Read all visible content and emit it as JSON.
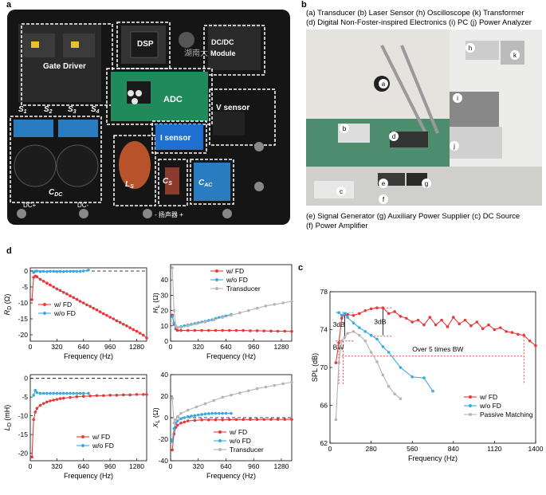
{
  "panels": {
    "a": "a",
    "b": "b",
    "c": "c",
    "d": "d"
  },
  "photo_a": {
    "labels": {
      "gate_driver": "Gate Driver",
      "dsp": "DSP",
      "dcdc_line1": "DC/DC",
      "dcdc_line2": "Module",
      "adc": "ADC",
      "v_sensor": "V sensor",
      "i_sensor": "I sensor",
      "cdc": "C",
      "cdc_sub": "DC",
      "ls": "L",
      "ls_sub": "S",
      "cs": "C",
      "cs_sub": "S",
      "cac": "C",
      "cac_sub": "AC",
      "s1": "S",
      "s1_sub": "1",
      "s2": "S",
      "s2_sub": "2",
      "s3": "S",
      "s3_sub": "3",
      "s4": "S",
      "s4_sub": "4",
      "speaker": "- 扬声器 +",
      "dc_plus": "DC+",
      "dc_minus": "DC-"
    }
  },
  "photo_b": {
    "caption_top_1": "(a) Transducer (b) Laser Sensor (h) Oscilloscope (k) Transformer",
    "caption_top_2": "(d) Digital Non-Foster-inspired Electronics (i) PC (j) Power Analyzer",
    "caption_bottom_1": "(e) Signal Generator (g) Auxiliary Power Supplier (c) DC Source",
    "caption_bottom_2": "(f) Power Amplifier",
    "markers": [
      "a",
      "b",
      "c",
      "d",
      "e",
      "f",
      "g",
      "h",
      "i",
      "j",
      "k"
    ]
  },
  "colors": {
    "red": "#e8393a",
    "blue": "#3aa9e3",
    "gray": "#b5b5b5",
    "black_dashed": "#000000"
  },
  "chart_data": [
    {
      "id": "RD",
      "type": "line",
      "xlabel": "Frequency (Hz)",
      "ylabel": "R_D (Ω)",
      "xlim": [
        0,
        1400
      ],
      "ylim": [
        -22,
        1
      ],
      "xticks": [
        0,
        320,
        640,
        960,
        1280
      ],
      "yticks": [
        0,
        -5,
        -10,
        -15,
        -20
      ],
      "reference_line": 0,
      "series": [
        {
          "name": "w/ FD",
          "color": "red",
          "x": [
            20,
            40,
            60,
            80,
            120,
            160,
            200,
            240,
            280,
            320,
            360,
            400,
            440,
            480,
            520,
            560,
            600,
            640,
            680,
            720,
            760,
            800,
            840,
            880,
            920,
            960,
            1000,
            1040,
            1080,
            1120,
            1160,
            1200,
            1240,
            1280,
            1320,
            1360,
            1400
          ],
          "y": [
            -9,
            -2,
            -1.6,
            -1.8,
            -2.6,
            -3.2,
            -3.8,
            -4.4,
            -5,
            -5.6,
            -6.1,
            -6.7,
            -7.2,
            -7.8,
            -8.3,
            -8.9,
            -9.5,
            -10,
            -10.6,
            -11.1,
            -11.7,
            -12.2,
            -12.8,
            -13.4,
            -13.9,
            -14.5,
            -15,
            -15.6,
            -16.1,
            -16.7,
            -17.2,
            -17.8,
            -18.4,
            -18.9,
            -19.5,
            -20.1,
            -21
          ]
        },
        {
          "name": "w/o FD",
          "color": "blue",
          "x": [
            40,
            60,
            80,
            120,
            160,
            200,
            240,
            280,
            320,
            360,
            400,
            440,
            480,
            520,
            560,
            600,
            640,
            700
          ],
          "y": [
            -0.5,
            -0.1,
            0,
            -0.2,
            -0.1,
            -0.2,
            -0.1,
            -0.1,
            -0.2,
            -0.1,
            -0.2,
            -0.1,
            -0.1,
            -0.1,
            -0.1,
            -0.1,
            0,
            0.3
          ]
        }
      ]
    },
    {
      "id": "RL",
      "type": "line",
      "xlabel": "Frequency (Hz)",
      "ylabel": "R_L (Ω)",
      "xlim": [
        0,
        1400
      ],
      "ylim": [
        0,
        50
      ],
      "xticks": [
        0,
        320,
        640,
        960,
        1280
      ],
      "yticks": [
        0,
        10,
        20,
        30,
        40
      ],
      "series": [
        {
          "name": "w/ FD",
          "color": "red",
          "x": [
            20,
            40,
            60,
            80,
            120,
            200,
            280,
            360,
            440,
            520,
            600,
            680,
            760,
            840,
            920,
            1000,
            1080,
            1160,
            1240,
            1320,
            1400
          ],
          "y": [
            17,
            11,
            8,
            7,
            7,
            7,
            7,
            7,
            7,
            7,
            7,
            7,
            7,
            7,
            6.8,
            6.8,
            6.7,
            6.6,
            6.5,
            6.5,
            6.4
          ]
        },
        {
          "name": "w/o FD",
          "color": "blue",
          "x": [
            20,
            40,
            60,
            80,
            120,
            160,
            200,
            240,
            280,
            320,
            360,
            400,
            440,
            480,
            520,
            560,
            600,
            640,
            700
          ],
          "y": [
            16,
            12,
            9,
            9,
            9.5,
            10,
            10.5,
            11,
            11.5,
            12,
            12.5,
            13,
            13.5,
            14,
            14.8,
            15.5,
            16,
            16.5,
            17.5
          ]
        },
        {
          "name": "Transducer",
          "color": "gray",
          "x": [
            20,
            40,
            60,
            80,
            120,
            200,
            300,
            400,
            500,
            600,
            700,
            800,
            900,
            1000,
            1100,
            1200,
            1300,
            1400
          ],
          "y": [
            48,
            20,
            10,
            9,
            9,
            10,
            11.5,
            12.5,
            14,
            15.5,
            17,
            18.5,
            20,
            21.5,
            23,
            24,
            25,
            26
          ]
        }
      ],
      "legend": [
        "w/ FD",
        "w/o FD",
        "Transducer"
      ]
    },
    {
      "id": "LD",
      "type": "line",
      "xlabel": "Frequency (Hz)",
      "ylabel": "L_D (mH)",
      "xlim": [
        0,
        1400
      ],
      "ylim": [
        -22,
        1
      ],
      "xticks": [
        0,
        320,
        640,
        960,
        1280
      ],
      "yticks": [
        0,
        -5,
        -10,
        -15,
        -20
      ],
      "reference_line": 0,
      "series": [
        {
          "name": "w/ FD",
          "color": "red",
          "x": [
            20,
            40,
            60,
            80,
            120,
            160,
            200,
            240,
            280,
            320,
            360,
            400,
            480,
            560,
            640,
            720,
            800,
            880,
            960,
            1040,
            1120,
            1200,
            1280,
            1360,
            1400
          ],
          "y": [
            -21,
            -11,
            -9,
            -8,
            -7.2,
            -6.7,
            -6.3,
            -6,
            -5.8,
            -5.6,
            -5.4,
            -5.3,
            -5.1,
            -4.9,
            -4.8,
            -4.7,
            -4.6,
            -4.6,
            -4.5,
            -4.5,
            -4.4,
            -4.4,
            -4.3,
            -4.3,
            -4.3
          ]
        },
        {
          "name": "w/o FD",
          "color": "blue",
          "x": [
            40,
            60,
            80,
            120,
            160,
            200,
            240,
            280,
            320,
            360,
            400,
            440,
            480,
            520,
            560,
            600,
            640,
            700
          ],
          "y": [
            -4.5,
            -3.2,
            -3.8,
            -4,
            -4,
            -4,
            -4,
            -4,
            -4,
            -4,
            -4,
            -4,
            -4,
            -4,
            -4,
            -4,
            -4,
            -4
          ]
        }
      ]
    },
    {
      "id": "XL",
      "type": "line",
      "xlabel": "Frequency (Hz)",
      "ylabel": "X_L (Ω)",
      "xlim": [
        0,
        1400
      ],
      "ylim": [
        -40,
        40
      ],
      "xticks": [
        0,
        320,
        640,
        960,
        1280
      ],
      "yticks": [
        -40,
        -20,
        0,
        20,
        40
      ],
      "reference_line": 0,
      "series": [
        {
          "name": "w/ FD",
          "color": "red",
          "x": [
            20,
            40,
            60,
            80,
            120,
            160,
            200,
            280,
            360,
            440,
            520,
            600,
            680,
            760,
            840,
            920,
            1000,
            1080,
            1160,
            1240,
            1320,
            1400
          ],
          "y": [
            -30,
            -15,
            -9,
            -7,
            -5,
            -4,
            -3,
            -2.5,
            -2,
            -2,
            -2,
            -2,
            -1.8,
            -1.8,
            -1.8,
            -1.7,
            -1.7,
            -1.7,
            -1.6,
            -1.6,
            -1.6,
            -1.6
          ]
        },
        {
          "name": "w/o FD",
          "color": "blue",
          "x": [
            20,
            40,
            60,
            80,
            120,
            160,
            200,
            240,
            280,
            320,
            360,
            400,
            440,
            480,
            520,
            560,
            600,
            640,
            700
          ],
          "y": [
            -22,
            -10,
            -5,
            -3,
            -1,
            0,
            1,
            1.5,
            2,
            2.5,
            3,
            3.5,
            3.8,
            4,
            4,
            4,
            4,
            4,
            4
          ]
        },
        {
          "name": "Transducer",
          "color": "gray",
          "x": [
            20,
            40,
            60,
            80,
            120,
            200,
            300,
            400,
            500,
            600,
            700,
            800,
            900,
            1000,
            1100,
            1200,
            1300,
            1400
          ],
          "y": [
            18,
            -5,
            -2,
            1,
            4,
            7,
            10,
            13,
            16,
            19,
            21,
            23,
            25,
            27,
            28.5,
            30,
            31.5,
            33
          ]
        }
      ],
      "legend": [
        "w/ FD",
        "w/o FD",
        "Transducer"
      ]
    },
    {
      "id": "SPL",
      "type": "line",
      "xlabel": "Frequency (Hz)",
      "ylabel": "SPL (dB)",
      "xlim": [
        0,
        1400
      ],
      "ylim": [
        62,
        78
      ],
      "xticks": [
        0,
        280,
        560,
        840,
        1120,
        1400
      ],
      "yticks": [
        62,
        66,
        70,
        74,
        78
      ],
      "annotations": {
        "db3_left": "3dB",
        "db3_right": "3dB",
        "bw": "BW",
        "over": "Over 5 times BW"
      },
      "series": [
        {
          "name": "w/ FD",
          "color": "red",
          "x": [
            40,
            60,
            80,
            100,
            120,
            160,
            200,
            240,
            280,
            320,
            360,
            400,
            440,
            480,
            520,
            560,
            600,
            640,
            680,
            720,
            760,
            800,
            840,
            880,
            920,
            960,
            1000,
            1040,
            1080,
            1120,
            1160,
            1200,
            1240,
            1280,
            1320,
            1360,
            1400
          ],
          "y": [
            70.5,
            72.6,
            75.2,
            75.6,
            75.6,
            75.5,
            75.7,
            76,
            76.2,
            76.3,
            76.3,
            75.7,
            75.9,
            75.4,
            75.2,
            74.8,
            75,
            74.5,
            75.3,
            74.5,
            75,
            74.3,
            75.3,
            74.6,
            75,
            74.4,
            74.8,
            74.1,
            74.5,
            74,
            74.2,
            73.8,
            73.7,
            73.5,
            73.4,
            72.8,
            72.3
          ]
        },
        {
          "name": "w/o FD",
          "color": "blue",
          "x": [
            60,
            80,
            100,
            120,
            160,
            200,
            240,
            280,
            320,
            360,
            400,
            480,
            560,
            640,
            700
          ],
          "y": [
            75.8,
            75.5,
            75.7,
            75.3,
            74.7,
            74.2,
            73.8,
            73.4,
            73,
            72.2,
            71.6,
            70,
            69,
            68.9,
            67.5
          ]
        },
        {
          "name": "Passive Matching",
          "color": "gray",
          "x": [
            40,
            60,
            80,
            100,
            120,
            160,
            200,
            240,
            280,
            320,
            360,
            400,
            440,
            480
          ],
          "y": [
            64.5,
            70.5,
            72.8,
            73.2,
            73.6,
            73.8,
            73.4,
            72.8,
            71.6,
            70.6,
            69.2,
            68,
            67.2,
            66.7
          ]
        }
      ],
      "legend": [
        "w/ FD",
        "w/o FD",
        "Passive Matching"
      ]
    }
  ]
}
